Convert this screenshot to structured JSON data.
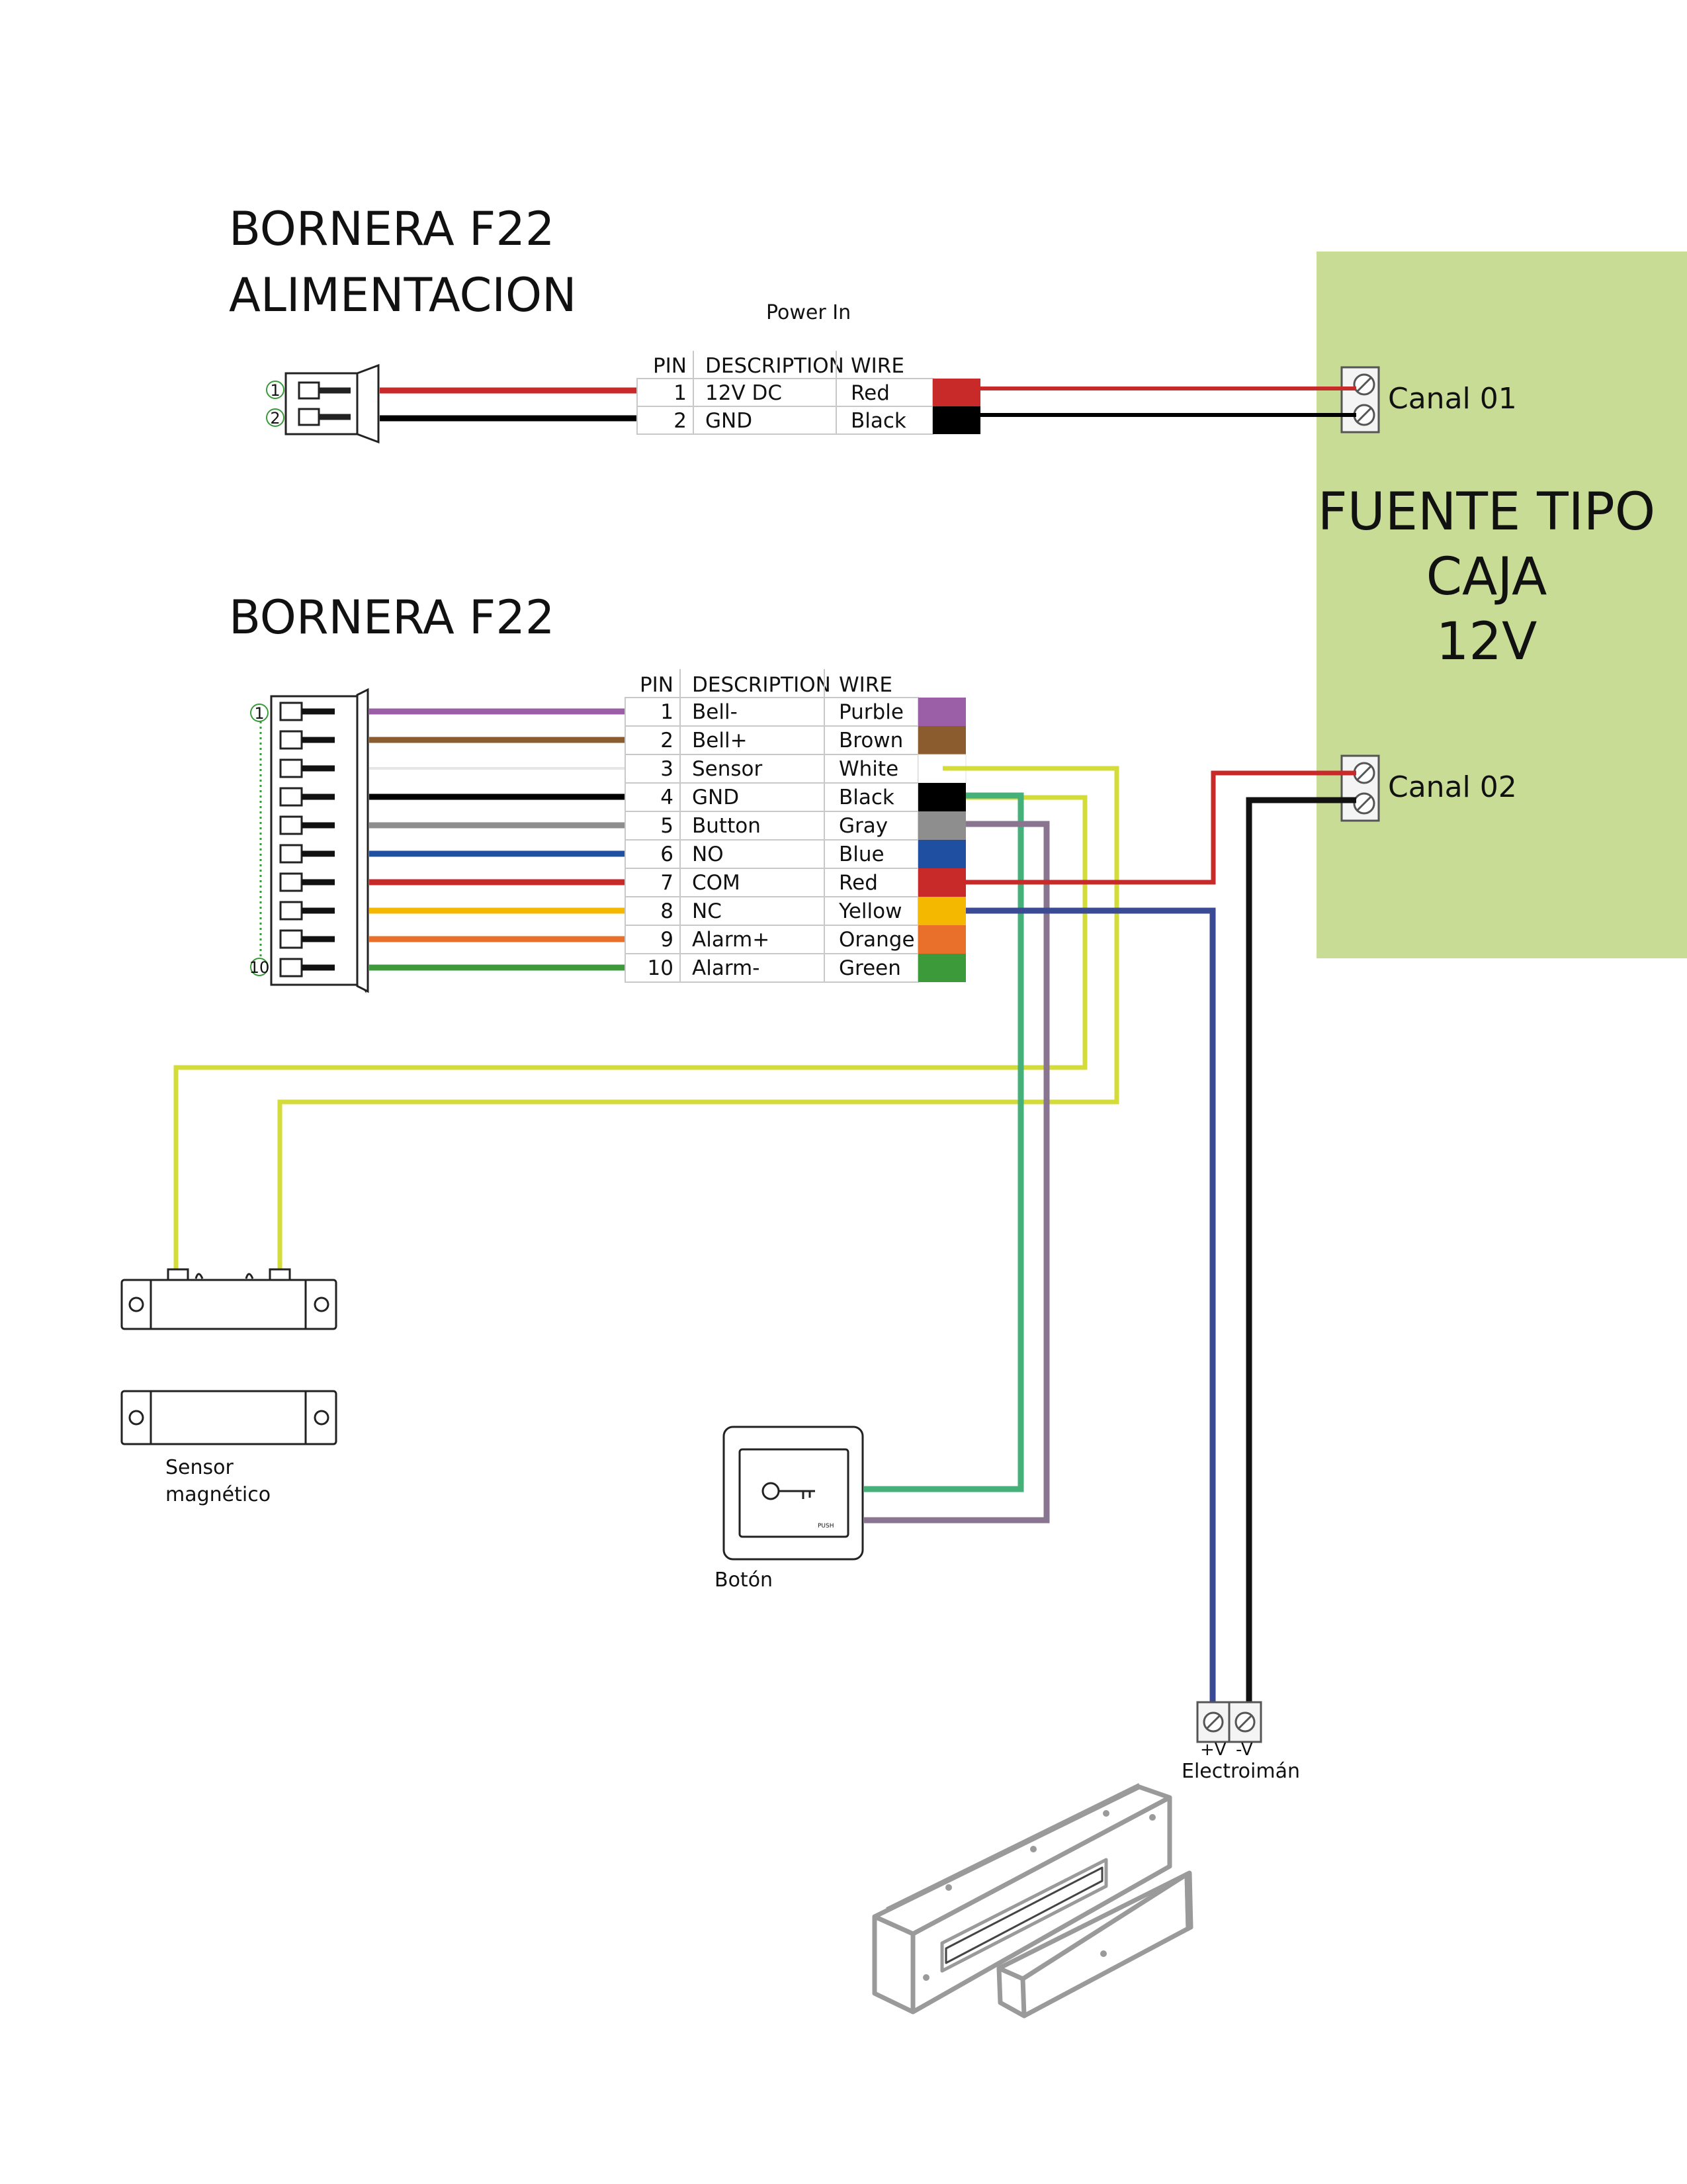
{
  "titles": {
    "power_line1": "BORNERA F22",
    "power_line2": "ALIMENTACION",
    "main": "BORNERA F22",
    "power_in": "Power In"
  },
  "psu": {
    "line1": "FUENTE TIPO",
    "line2": "CAJA",
    "line3": "12V",
    "channel1": "Canal 01",
    "channel2": "Canal 02",
    "background": "#c8dc96"
  },
  "power_table": {
    "headers": [
      "PIN",
      "DESCRIPTION",
      "WIRE"
    ],
    "rows": [
      {
        "pin": "1",
        "desc": "12V DC",
        "wire": "Red",
        "color": "#c82a2a"
      },
      {
        "pin": "2",
        "desc": "GND",
        "wire": "Black",
        "color": "#000000"
      }
    ]
  },
  "main_table": {
    "headers": [
      "PIN",
      "DESCRIPTION",
      "WIRE"
    ],
    "rows": [
      {
        "pin": "1",
        "desc": "Bell-",
        "wire": "Purble",
        "color": "#9b5fa8"
      },
      {
        "pin": "2",
        "desc": "Bell+",
        "wire": "Brown",
        "color": "#8a5c2e"
      },
      {
        "pin": "3",
        "desc": "Sensor",
        "wire": "White",
        "color": "#ffffff"
      },
      {
        "pin": "4",
        "desc": "GND",
        "wire": "Black",
        "color": "#000000"
      },
      {
        "pin": "5",
        "desc": "Button",
        "wire": "Gray",
        "color": "#8e8e8e"
      },
      {
        "pin": "6",
        "desc": "NO",
        "wire": "Blue",
        "color": "#1f4fa0"
      },
      {
        "pin": "7",
        "desc": "COM",
        "wire": "Red",
        "color": "#c82a2a"
      },
      {
        "pin": "8",
        "desc": "NC",
        "wire": "Yellow",
        "color": "#f5b800"
      },
      {
        "pin": "9",
        "desc": "Alarm+",
        "wire": "Orange",
        "color": "#e8702a"
      },
      {
        "pin": "10",
        "desc": "Alarm-",
        "wire": "Green",
        "color": "#3c9a3a"
      }
    ]
  },
  "connector_pins": {
    "power_first": "1",
    "power_second": "2",
    "main_first": "1",
    "main_last": "10"
  },
  "devices": {
    "sensor_line1": "Sensor",
    "sensor_line2": "magnético",
    "button": "Botón",
    "button_plate": "PUSH",
    "maglock": "Electroimán",
    "plus_v": "+V",
    "minus_v": "-V"
  },
  "wire_colors": {
    "yellow_green": "#d4dc3a",
    "teal_green": "#45b07a",
    "mauve": "#8a7590",
    "navy": "#3a4a94",
    "red": "#c82a2a",
    "black": "#111111"
  }
}
